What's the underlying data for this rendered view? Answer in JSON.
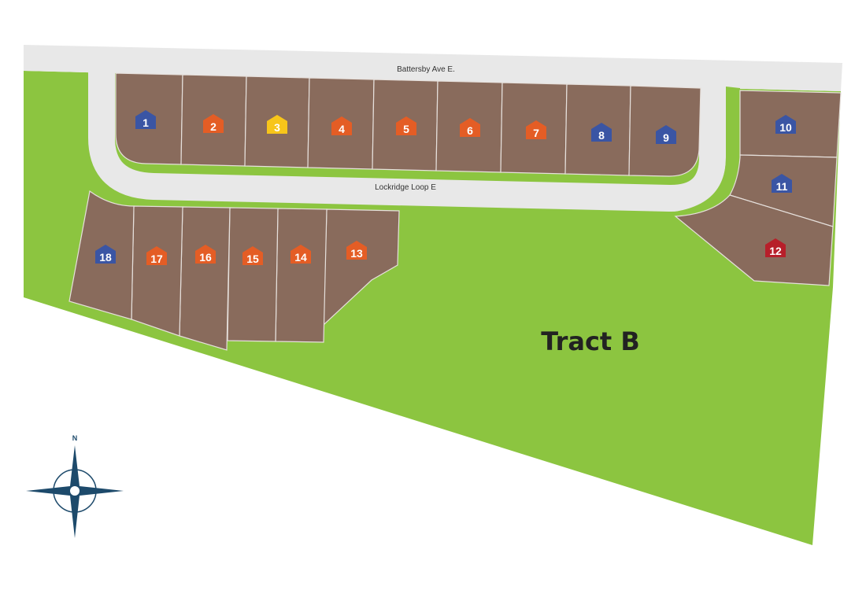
{
  "map": {
    "streets": {
      "top": "Battersby Ave E.",
      "loop": "Lockridge Loop E"
    },
    "open_space_label": "Tract B",
    "compass_label": "N",
    "colors": {
      "open_space": "#8cc540",
      "road": "#e8e8e8",
      "lot": "#896b5c",
      "compass": "#1d4a6b"
    },
    "lots": [
      {
        "number": "1",
        "color": "#3a55a4"
      },
      {
        "number": "2",
        "color": "#e45d25"
      },
      {
        "number": "3",
        "color": "#f7c51a"
      },
      {
        "number": "4",
        "color": "#e45d25"
      },
      {
        "number": "5",
        "color": "#e45d25"
      },
      {
        "number": "6",
        "color": "#e45d25"
      },
      {
        "number": "7",
        "color": "#e45d25"
      },
      {
        "number": "8",
        "color": "#3a55a4"
      },
      {
        "number": "9",
        "color": "#3a55a4"
      },
      {
        "number": "10",
        "color": "#3a55a4"
      },
      {
        "number": "11",
        "color": "#3a55a4"
      },
      {
        "number": "12",
        "color": "#b71f2a"
      },
      {
        "number": "13",
        "color": "#e45d25"
      },
      {
        "number": "14",
        "color": "#e45d25"
      },
      {
        "number": "15",
        "color": "#e45d25"
      },
      {
        "number": "16",
        "color": "#e45d25"
      },
      {
        "number": "17",
        "color": "#e45d25"
      },
      {
        "number": "18",
        "color": "#3a55a4"
      }
    ]
  }
}
